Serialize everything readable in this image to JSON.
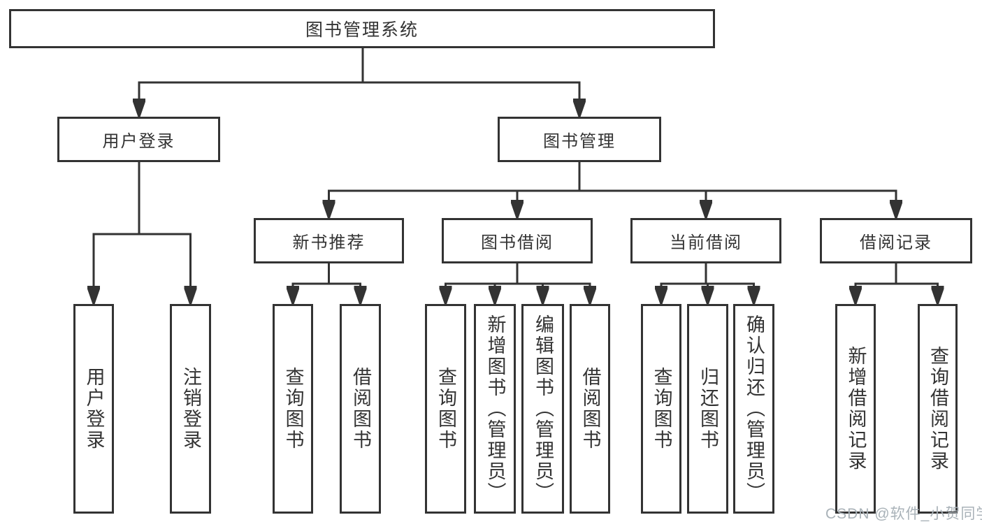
{
  "diagram": {
    "colors": {
      "line": "#333333",
      "text": "#333333",
      "background": "#ffffff",
      "watermark": "#a9b2b8"
    },
    "watermark": "CSDN @软件_小贺同学",
    "tree": {
      "root": {
        "label": "图书管理系统"
      },
      "children": [
        {
          "label": "用户登录",
          "children": [
            {
              "label": "用户登录"
            },
            {
              "label": "注销登录"
            }
          ]
        },
        {
          "label": "图书管理",
          "children": [
            {
              "label": "新书推荐",
              "children": [
                {
                  "label": "查询图书"
                },
                {
                  "label": "借阅图书"
                }
              ]
            },
            {
              "label": "图书借阅",
              "children": [
                {
                  "label": "查询图书"
                },
                {
                  "label": "新增图书（管理员）"
                },
                {
                  "label": "编辑图书（管理员）"
                },
                {
                  "label": "借阅图书"
                }
              ]
            },
            {
              "label": "当前借阅",
              "children": [
                {
                  "label": "查询图书"
                },
                {
                  "label": "归还图书"
                },
                {
                  "label": "确认归还（管理员）"
                }
              ]
            },
            {
              "label": "借阅记录",
              "children": [
                {
                  "label": "新增借阅记录"
                },
                {
                  "label": "查询借阅记录"
                }
              ]
            }
          ]
        }
      ]
    }
  }
}
